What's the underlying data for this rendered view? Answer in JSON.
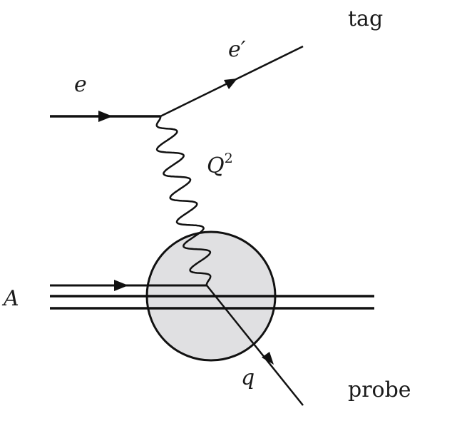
{
  "labels": {
    "electron_in": "e",
    "electron_out": "e",
    "electron_out_prime": "′",
    "photon": "Q",
    "photon_power": "2",
    "nucleus": "A",
    "quark": "q",
    "tag": "tag",
    "probe": "probe"
  },
  "colors": {
    "line": "#111111",
    "blob_fill": "#e0e0e2"
  }
}
